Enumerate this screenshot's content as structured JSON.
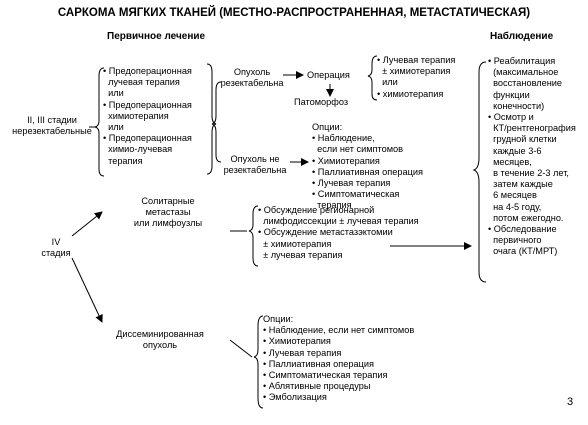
{
  "title": "САРКОМА МЯГКИХ ТКАНЕЙ (МЕСТНО-РАСПРОСТРАНЕННАЯ, МЕТАСТАТИЧЕСКАЯ)",
  "headers": {
    "primary": "Первичное лечение",
    "followup": "Наблюдение"
  },
  "stages": {
    "stage23": [
      "II, III стадии",
      "нерезектабельные"
    ],
    "stage4": [
      "IV",
      "стадия"
    ]
  },
  "preop_options": [
    "• Предоперационная",
    "  лучевая терапия",
    "  или",
    "• Предоперационная",
    "  химиотерапия",
    "  или",
    "• Предоперационная",
    "  химио-лучевая",
    "  терапия"
  ],
  "resectable": [
    "Опухоль",
    "резектабельна"
  ],
  "operation": "Операция",
  "pathomorphosis": "Патоморфоз",
  "postop_options": [
    "• Лучевая терапия",
    "  ± химиотерапия",
    "  или",
    "• химиотерапия"
  ],
  "nonresectable": [
    "Опухоль не",
    "резектабельна"
  ],
  "nonres_options": [
    "Опции:",
    "• Наблюдение,",
    "  если нет симптомов",
    "• Химиотерапия",
    "• Паллиативная операция",
    "• Лучевая терапия",
    "• Симптоматическая",
    "  терапия"
  ],
  "followup_items": [
    "• Реабилитация",
    "  (максимальное",
    "  восстановление",
    "  функции",
    "  конечности)",
    "• Осмотр и",
    "  КТ/рентгенография",
    "  грудной клетки",
    "  каждые 3-6",
    "  месяцев,",
    "  в течение 2-3 лет,",
    "  затем каждые",
    "  6 месяцев",
    "  на 4-5 году,",
    "  потом ежегодно.",
    "• Обследование",
    "  первичного",
    "  очага (КТ/МРТ)"
  ],
  "solitary": [
    "Солитарные",
    "метастазы",
    "или лимфоузлы"
  ],
  "solitary_options": [
    "• Обсуждение регионарной",
    "  лимфодиссекции ± лучевая терапия",
    "• Обсуждение метастазэктомии",
    "  ± химиотерапия",
    "  ± лучевая терапия"
  ],
  "disseminated": [
    "Диссеминированная",
    "опухоль"
  ],
  "dissem_options": [
    "Опции:",
    "• Наблюдение, если нет симптомов",
    "• Химиотерапия",
    "• Лучевая терапия",
    "• Паллиативная операция",
    "• Симптоматическая терапия",
    "• Аблятивные процедуры",
    "• Эмболизация"
  ],
  "page_number": "3"
}
